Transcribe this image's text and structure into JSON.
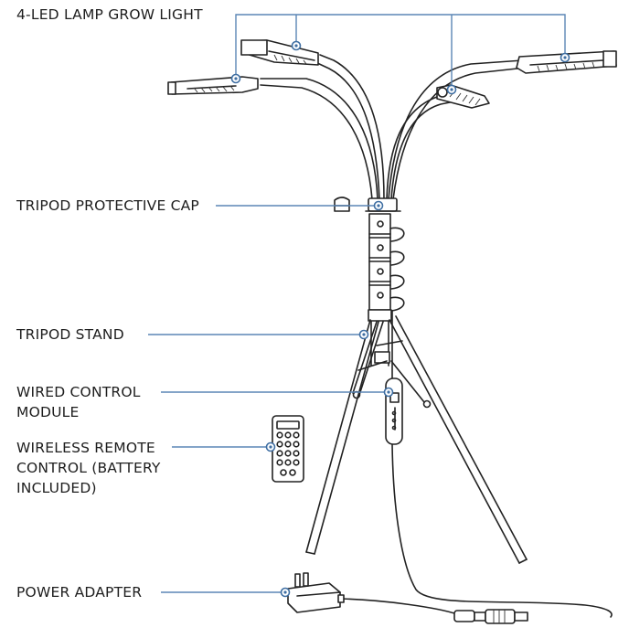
{
  "labels": {
    "grow_light": "4-LED LAMP GROW LIGHT",
    "protective_cap": "TRIPOD PROTECTIVE CAP",
    "tripod_stand": "TRIPOD STAND",
    "control_module_line1": "WIRED CONTROL",
    "control_module_line2": "MODULE",
    "remote_line1": "WIRELESS REMOTE",
    "remote_line2": "CONTROL (BATTERY",
    "remote_line3": "INCLUDED)",
    "power_adapter": "POWER ADAPTER"
  },
  "colors": {
    "callout": "#5b86b5",
    "line_art": "#222222"
  }
}
